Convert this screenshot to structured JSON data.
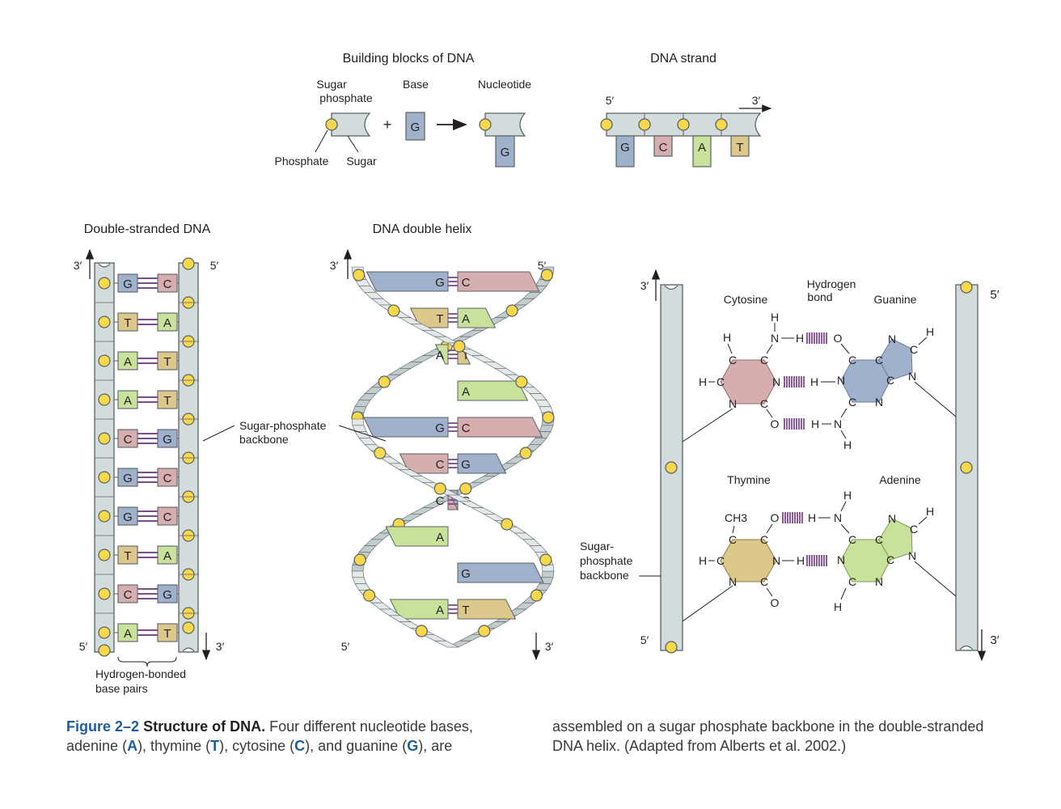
{
  "colors": {
    "backbone": "#d3dcdd",
    "backbone_stroke": "#5a6266",
    "phosphate": "#f6d84a",
    "G": "#9fb1cb",
    "C": "#d7aeb0",
    "A": "#c8e29b",
    "T": "#dcc88a",
    "bond": "#7d4b8e",
    "accent": "#1f5d9c"
  },
  "building_blocks": {
    "title": "Building blocks of DNA",
    "sugar_phosphate_label": [
      "Sugar",
      "phosphate"
    ],
    "base_label": "Base",
    "nucleotide_label": "Nucleotide",
    "phosphate_label": "Phosphate",
    "sugar_label": "Sugar",
    "plus": "+",
    "base_letter": "G",
    "nucleotide_letter": "G"
  },
  "dna_strand": {
    "title": "DNA strand",
    "end5": "5′",
    "end3": "3′",
    "bases": [
      "G",
      "C",
      "A",
      "T"
    ]
  },
  "double_stranded": {
    "title": "Double-stranded DNA",
    "top_left": "3′",
    "top_right": "5′",
    "bottom_left": "5′",
    "bottom_right": "3′",
    "pairs": [
      [
        "G",
        "C"
      ],
      [
        "T",
        "A"
      ],
      [
        "A",
        "T"
      ],
      [
        "A",
        "T"
      ],
      [
        "C",
        "G"
      ],
      [
        "G",
        "C"
      ],
      [
        "G",
        "C"
      ],
      [
        "T",
        "A"
      ],
      [
        "C",
        "G"
      ],
      [
        "A",
        "T"
      ]
    ],
    "hbond_label": [
      "Hydrogen-bonded",
      "base pairs"
    ]
  },
  "helix": {
    "title": "DNA double helix",
    "top_left": "3′",
    "top_right": "5′",
    "bottom_left": "5′",
    "bottom_right": "3′",
    "backbone_label": [
      "Sugar-phosphate",
      "backbone"
    ],
    "rungs": [
      [
        "G",
        "C"
      ],
      [
        "T",
        "A"
      ],
      [
        "A",
        "T"
      ],
      [
        "",
        "A"
      ],
      [
        "G",
        "C"
      ],
      [
        "C",
        "G"
      ],
      [
        "C",
        "G"
      ],
      [
        "A",
        ""
      ],
      [
        "",
        "G"
      ],
      [
        "A",
        "T"
      ]
    ]
  },
  "chem": {
    "top_left": "3′",
    "top_right": "5′",
    "bottom_left": "5′",
    "bottom_right": "3′",
    "cytosine": "Cytosine",
    "guanine": "Guanine",
    "thymine": "Thymine",
    "adenine": "Adenine",
    "hbond_label": [
      "Hydrogen",
      "bond"
    ],
    "backbone_label": [
      "Sugar-",
      "phosphate",
      "backbone"
    ],
    "ch3": "CH3",
    "atoms": {
      "C": "C",
      "N": "N",
      "O": "O",
      "H": "H"
    }
  },
  "caption": {
    "figure_label": "Figure 2–2",
    "figure_title": "Structure of DNA.",
    "text_a": "Four different nucleotide bases, adenine (",
    "A": "A",
    "text_b": "), thymine (",
    "T": "T",
    "text_c": "), cytosine (",
    "C": "C",
    "text_d": "), and guanine (",
    "G": "G",
    "text_e": "), are",
    "text_right": "assembled on a sugar phosphate backbone in the double-stranded DNA helix. (Adapted from Alberts et al. 2002.)"
  }
}
